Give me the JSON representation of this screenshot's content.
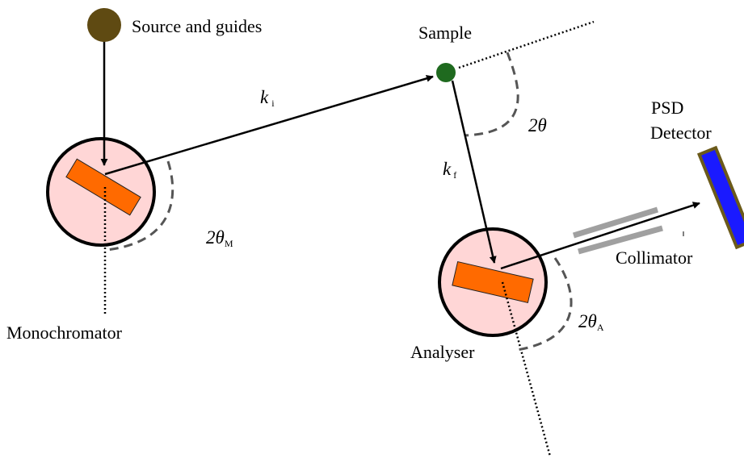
{
  "labels": {
    "source": "Source and guides",
    "sample": "Sample",
    "psd_line1": "PSD",
    "psd_line2": "Detector",
    "collimator": "Collimator",
    "monochromator": "Monochromator",
    "analyser": "Analyser"
  },
  "symbols": {
    "ki_main": "k",
    "ki_sub": "i",
    "kf_main": "k",
    "kf_sub": "f",
    "two_theta": "2θ",
    "two_theta_m_main": "2θ",
    "two_theta_m_sub": "M",
    "two_theta_a_main": "2θ",
    "two_theta_a_sub": "A"
  },
  "colors": {
    "source": "#5f4a12",
    "sample": "#1f6a1f",
    "crystal_housing": "#ffd6d6",
    "crystal": "#ff6a00",
    "detector": "#1a1aff",
    "detector_border": "#6b5a1a",
    "collimator": "#a0a0a0",
    "arc": "#555555"
  }
}
